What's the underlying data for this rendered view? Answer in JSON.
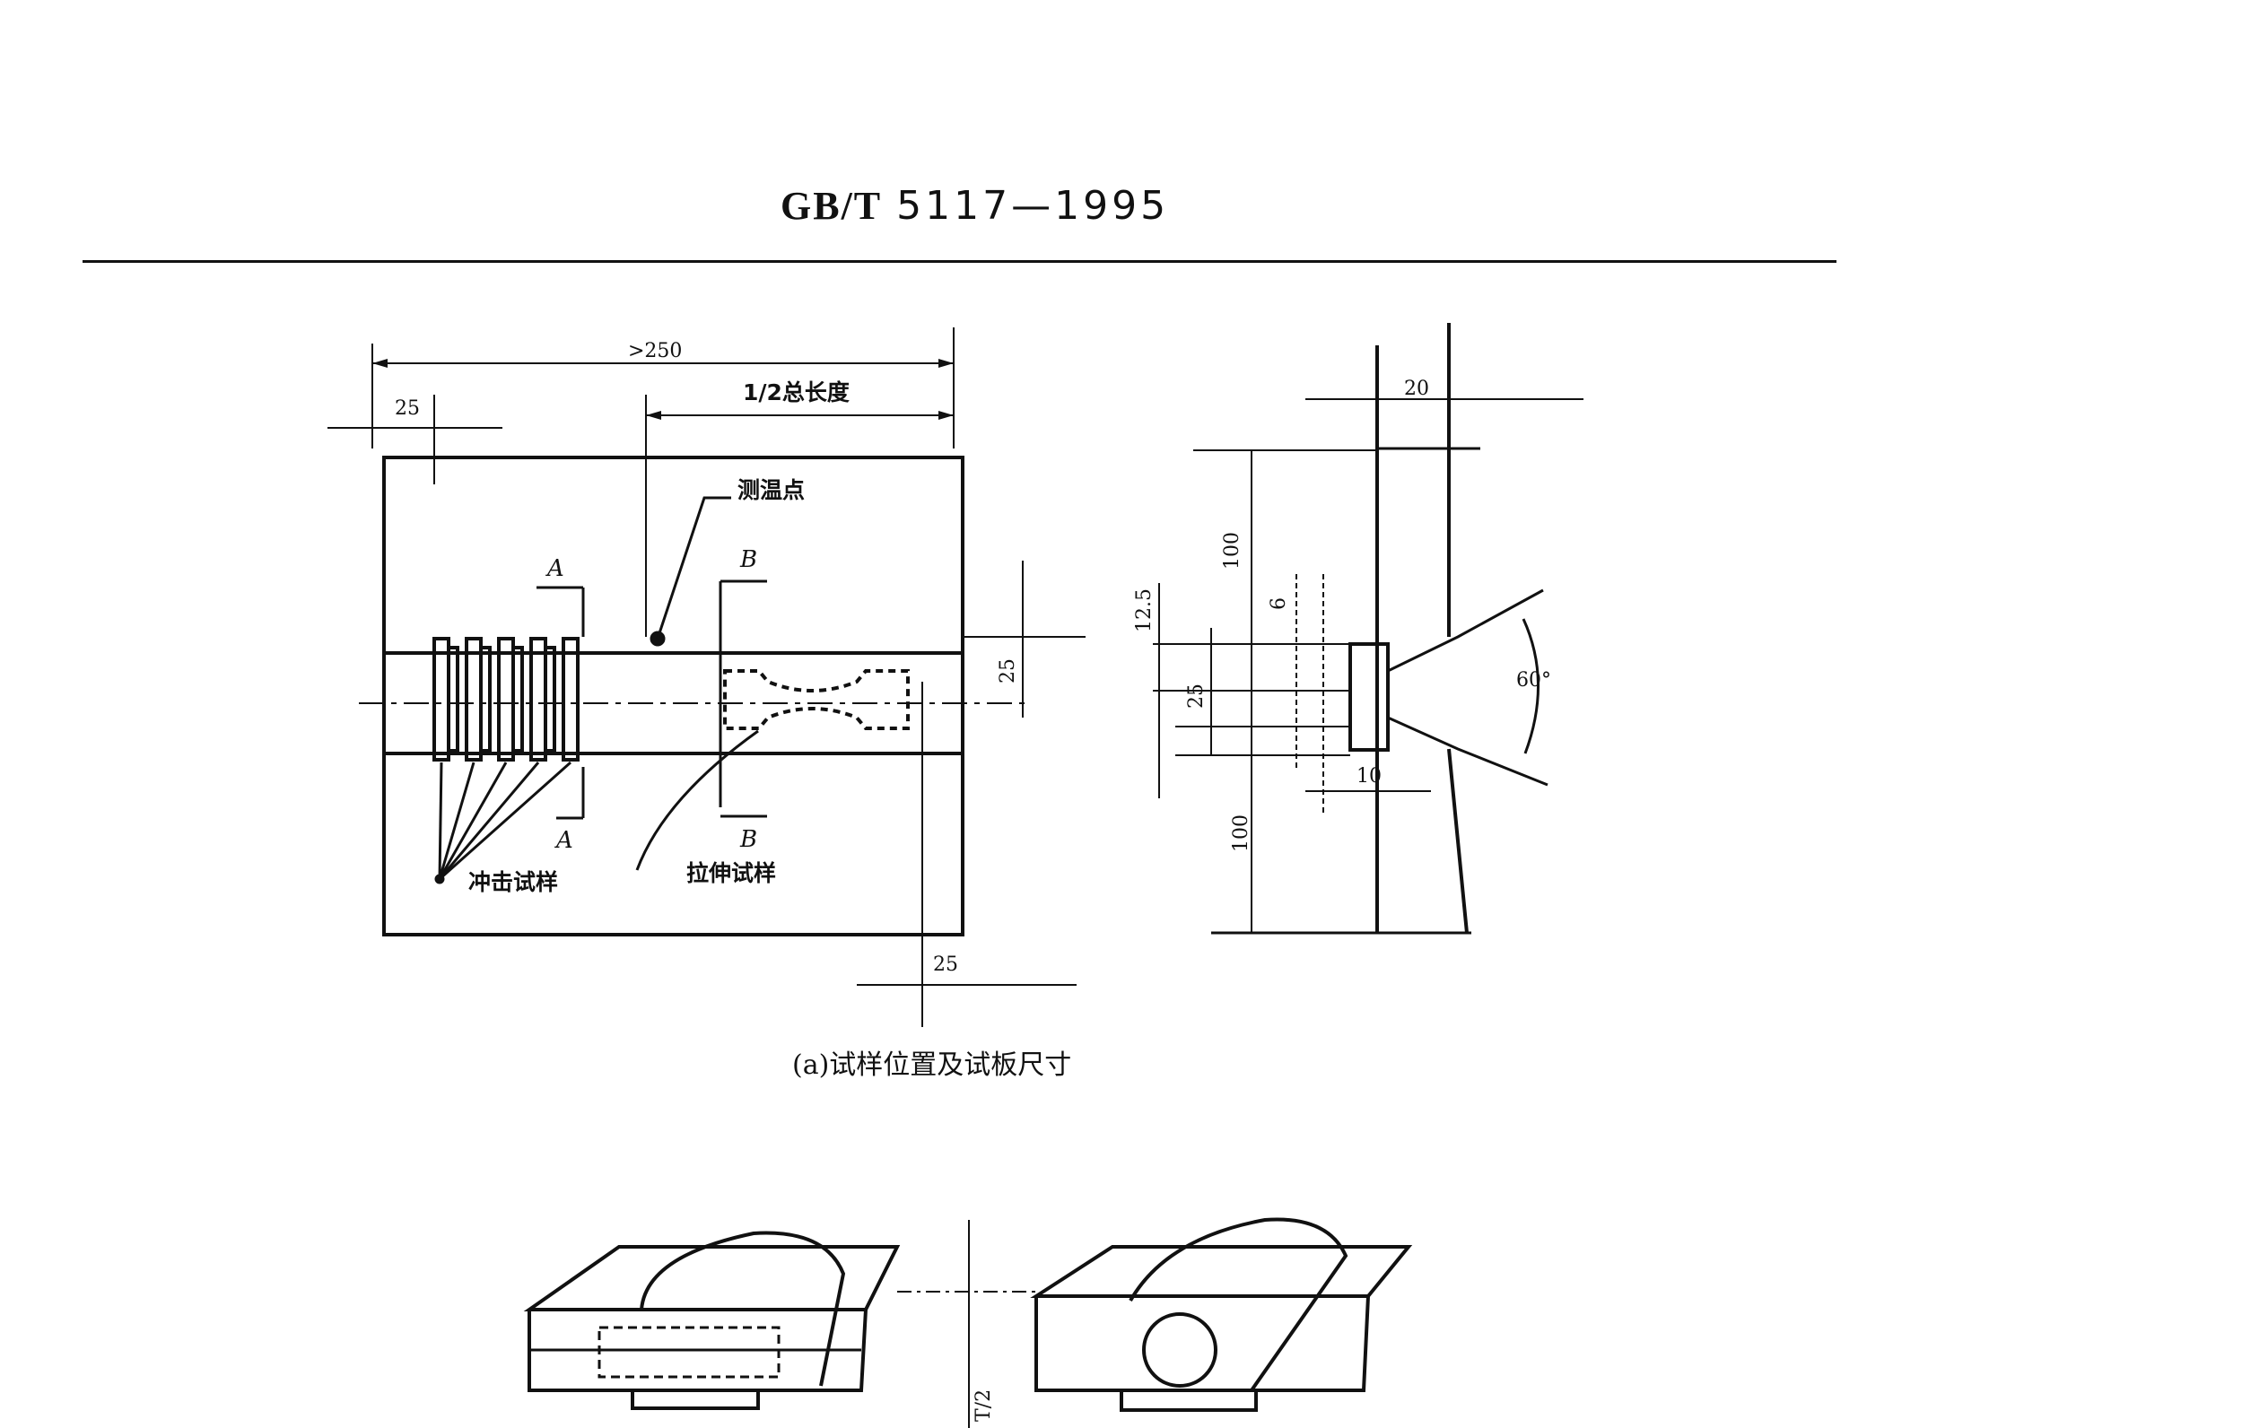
{
  "header": {
    "prefix": "GB/T",
    "number": "5117—1995"
  },
  "figure_a": {
    "caption": "(a)试样位置及试板尺寸",
    "dims": {
      "overall": ">250",
      "half_length": "1/2总长度",
      "margin_left": "25",
      "margin_bottom": "25",
      "plate_width": "25",
      "section_top": "100",
      "section_bottom": "100",
      "section_width": "25",
      "root_offset": "12.5",
      "thickness_top": "20",
      "gap": "6",
      "backing": "10",
      "angle": "60°"
    },
    "labels": {
      "temp_point": "测温点",
      "impact": "冲击试样",
      "tensile": "拉伸试样",
      "section_a_top": "A",
      "section_a_bottom": "A",
      "section_b_top": "B",
      "section_b_bottom": "B"
    }
  },
  "figure_b": {
    "dim_half_thickness": "T/2"
  }
}
